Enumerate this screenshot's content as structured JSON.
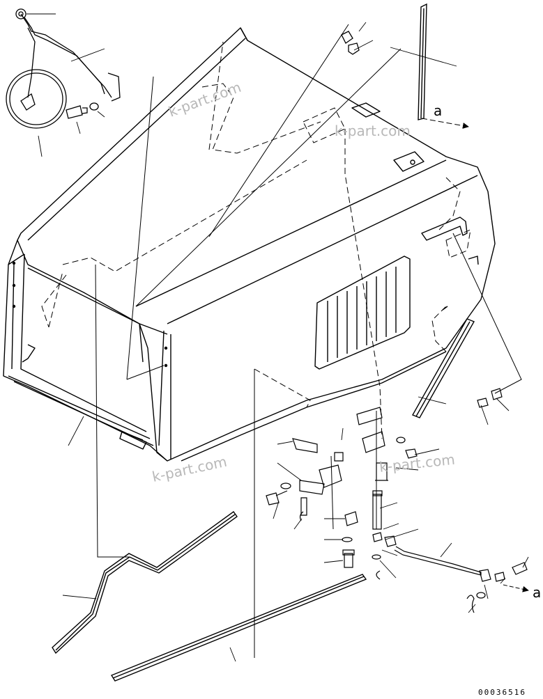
{
  "diagram": {
    "arrow_label": "a",
    "watermarks": [
      "k-part.com",
      "k-part.com",
      "k-part.com",
      "k-part.com"
    ],
    "reference_number": "00036516"
  }
}
